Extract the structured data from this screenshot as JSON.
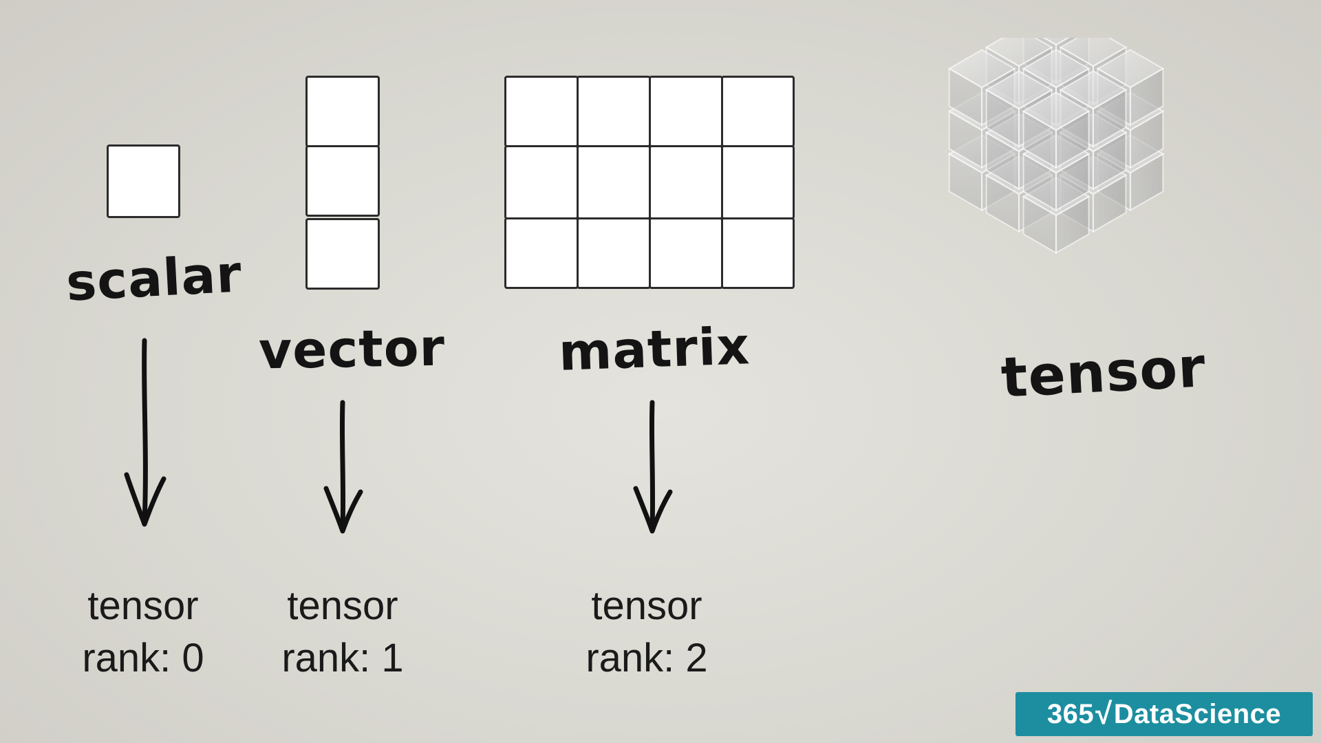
{
  "labels": {
    "scalar": "scalar",
    "vector": "vector",
    "matrix": "matrix",
    "tensor": "tensor"
  },
  "ranks": {
    "scalar": {
      "line1": "tensor",
      "line2": "rank: 0"
    },
    "vector": {
      "line1": "tensor",
      "line2": "rank: 1"
    },
    "matrix": {
      "line1": "tensor",
      "line2": "rank: 2"
    }
  },
  "logo": {
    "number": "365",
    "check": "√",
    "name": "DataScience"
  },
  "colors": {
    "logo_background": "#1c8ea0",
    "ink": "#141414",
    "cell_fill": "#ffffff"
  },
  "icons": [
    "arrow-down-icon",
    "cube-icon",
    "logo-check-icon"
  ]
}
